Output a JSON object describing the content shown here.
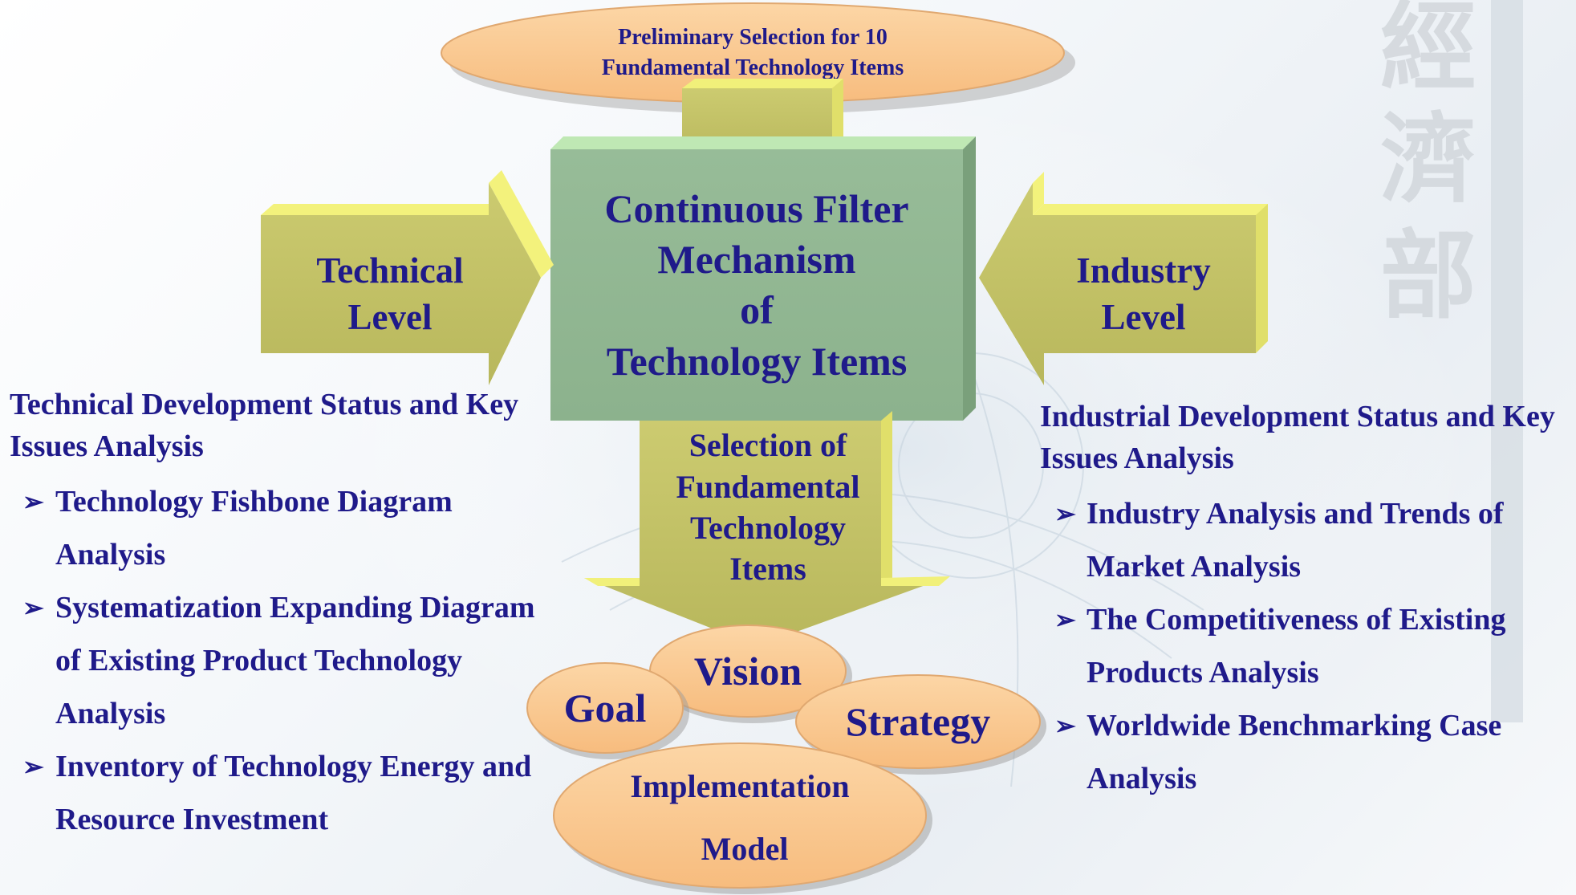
{
  "top_ellipse": {
    "line1": "Preliminary Selection for 10",
    "line2": "Fundamental Technology Items"
  },
  "center_box": {
    "line1": "Continuous Filter",
    "line2": "Mechanism",
    "line3": "of",
    "line4": "Technology Items"
  },
  "left_arrow": {
    "line1": "Technical",
    "line2": "Level"
  },
  "right_arrow": {
    "line1": "Industry",
    "line2": "Level"
  },
  "down_arrow": {
    "line1": "Selection of",
    "line2": "Fundamental",
    "line3": "Technology",
    "line4": "Items"
  },
  "ovals": {
    "vision": "Vision",
    "goal": "Goal",
    "strategy": "Strategy",
    "implementation_line1": "Implementation",
    "implementation_line2": "Model"
  },
  "left_panel": {
    "title": "Technical Development Status and Key Issues Analysis",
    "bullet_symbol": "➢",
    "items": [
      "Technology Fishbone Diagram Analysis",
      "Systematization Expanding Diagram of Existing Product Technology Analysis",
      "Inventory of Technology Energy and Resource Investment"
    ]
  },
  "right_panel": {
    "title": "Industrial Development Status and Key Issues Analysis",
    "bullet_symbol": "➢",
    "items": [
      "Industry Analysis and Trends of Market Analysis",
      "The Competitiveness of Existing Products Analysis",
      "Worldwide Benchmarking Case Analysis"
    ]
  },
  "watermark": {
    "chars": [
      "經",
      "濟",
      "部"
    ]
  },
  "colors": {
    "text_navy": "#1f1a8a",
    "olive_arrow": "#c3c266",
    "olive_arrow_light": "#f1f07a",
    "center_box_green": "#93b894",
    "peach_ellipse": "#fac98f"
  }
}
